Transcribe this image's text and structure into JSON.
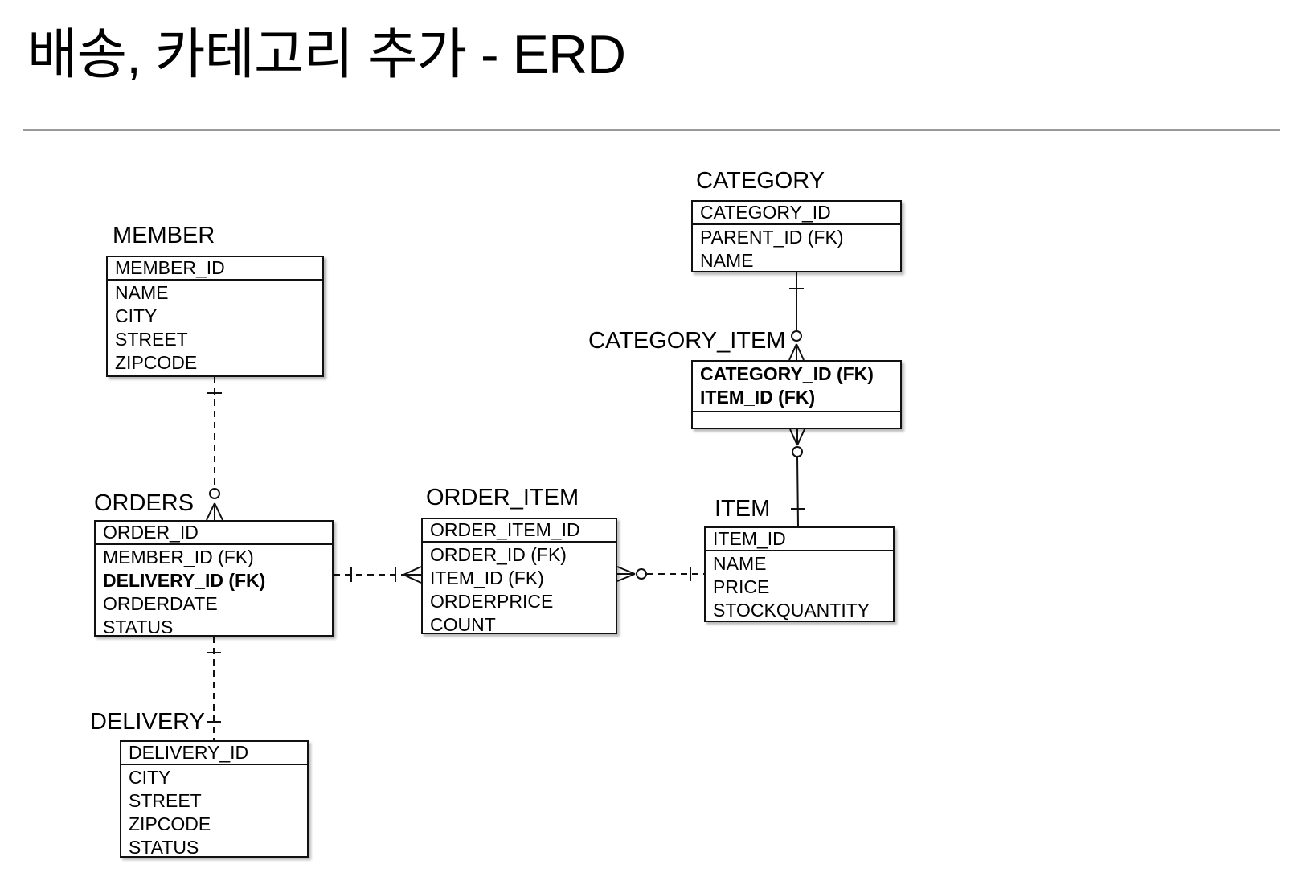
{
  "page": {
    "title": "배송, 카테고리 추가 - ERD"
  },
  "entities": {
    "member": {
      "name": "MEMBER",
      "pk": "MEMBER_ID",
      "attributes": [
        "NAME",
        "CITY",
        "STREET",
        "ZIPCODE"
      ]
    },
    "orders": {
      "name": "ORDERS",
      "pk": "ORDER_ID",
      "attributes": [
        "MEMBER_ID (FK)",
        "DELIVERY_ID (FK)",
        "ORDERDATE",
        "STATUS"
      ]
    },
    "delivery": {
      "name": "DELIVERY",
      "pk": "DELIVERY_ID",
      "attributes": [
        "CITY",
        "STREET",
        "ZIPCODE",
        "STATUS"
      ]
    },
    "order_item": {
      "name": "ORDER_ITEM",
      "pk": "ORDER_ITEM_ID",
      "attributes": [
        "ORDER_ID (FK)",
        "ITEM_ID (FK)",
        "ORDERPRICE",
        "COUNT"
      ]
    },
    "item": {
      "name": "ITEM",
      "pk": "ITEM_ID",
      "attributes": [
        "NAME",
        "PRICE",
        "STOCKQUANTITY"
      ]
    },
    "category": {
      "name": "CATEGORY",
      "pk": "CATEGORY_ID",
      "attributes": [
        "PARENT_ID (FK)",
        "NAME"
      ]
    },
    "category_item": {
      "name": "CATEGORY_ITEM",
      "keys": [
        "CATEGORY_ID (FK)",
        "ITEM_ID (FK)"
      ]
    }
  },
  "relationships": [
    {
      "from": "MEMBER",
      "to": "ORDERS",
      "from_end": "one",
      "to_end": "zero-or-many",
      "line": "dashed"
    },
    {
      "from": "ORDERS",
      "to": "DELIVERY",
      "from_end": "one",
      "to_end": "one",
      "line": "dashed"
    },
    {
      "from": "ORDERS",
      "to": "ORDER_ITEM",
      "from_end": "one",
      "to_end": "one-or-many",
      "line": "dashed"
    },
    {
      "from": "ORDER_ITEM",
      "to": "ITEM",
      "from_end": "zero-or-many",
      "to_end": "one",
      "line": "dashed"
    },
    {
      "from": "CATEGORY",
      "to": "CATEGORY_ITEM",
      "from_end": "one",
      "to_end": "zero-or-many",
      "line": "solid"
    },
    {
      "from": "CATEGORY_ITEM",
      "to": "ITEM",
      "from_end": "zero-or-many",
      "to_end": "one",
      "line": "solid"
    }
  ],
  "colors": {
    "line": "#111111",
    "rule": "#9a9a9a",
    "background": "#ffffff"
  }
}
